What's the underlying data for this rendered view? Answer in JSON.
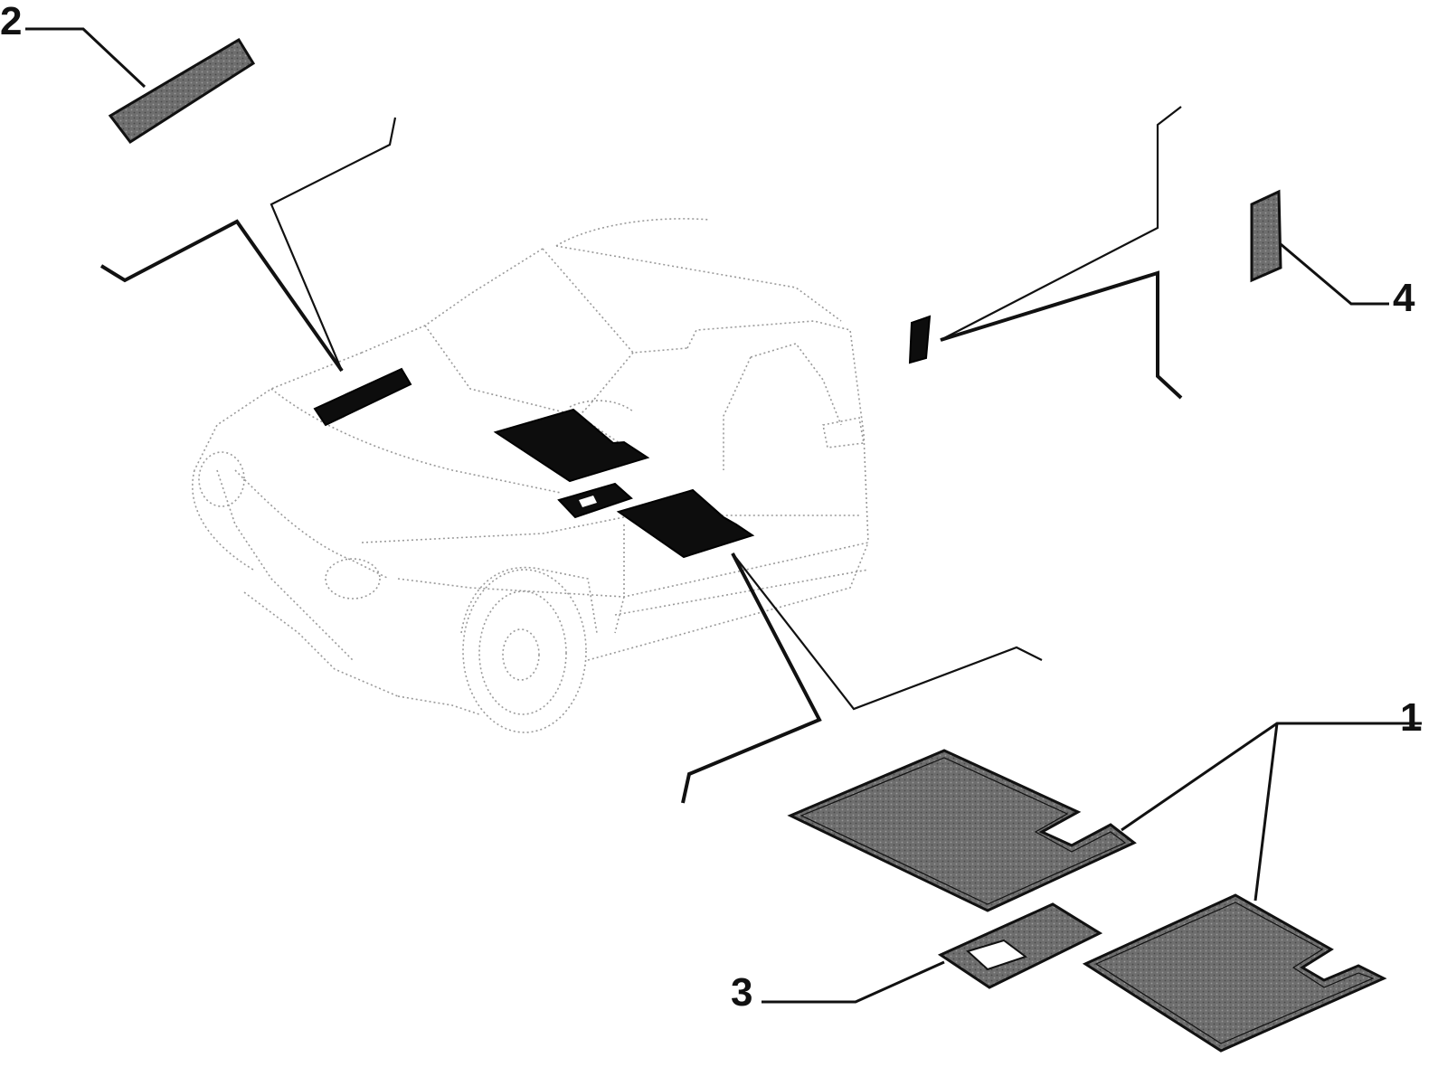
{
  "callouts": {
    "c1": "1",
    "c2": "2",
    "c3": "3",
    "c4": "4"
  },
  "colors": {
    "ink": "#111111",
    "part_fill": "#6e6e6e",
    "car_outline": "#9a9a9a",
    "background": "#ffffff"
  }
}
